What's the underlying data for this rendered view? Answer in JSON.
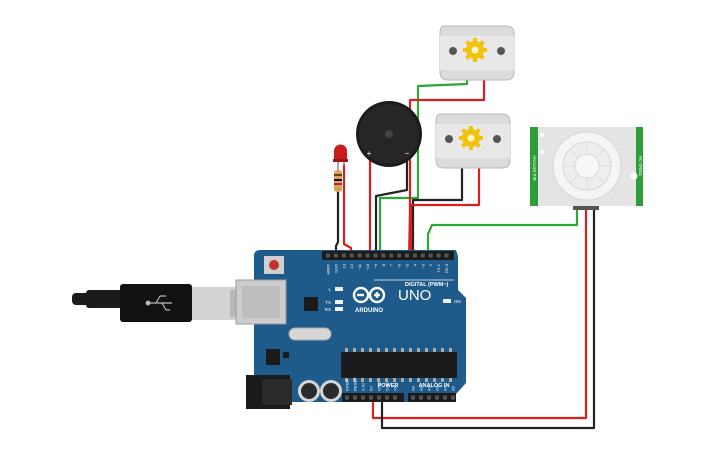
{
  "arduino": {
    "model_label": "UNO",
    "brand_label": "ARDUINO",
    "header_digital_label": "DIGITAL (PWM~)",
    "header_power_label": "POWER",
    "header_analog_label": "ANALOG IN",
    "led_l_label": "L",
    "led_tx_label": "TX",
    "led_rx_label": "RX",
    "led_on_label": "ON",
    "digital_pins": [
      "AREF",
      "GND",
      "13",
      "12",
      "~11",
      "~10",
      "~9",
      "8",
      "7",
      "~6",
      "~5",
      "4",
      "~3",
      "2",
      "TX 1",
      "RX 0"
    ],
    "power_pins": [
      "IOREF",
      "RESET",
      "3.3V",
      "5V",
      "GND",
      "GND",
      "Vin"
    ],
    "analog_pins": [
      "A0",
      "A1",
      "A2",
      "A3",
      "A4",
      "A5"
    ]
  },
  "buzzer": {
    "plus_label": "+",
    "minus_label": "−"
  },
  "pir_sensor": {
    "side_label_left": "ANALOG PIR",
    "side_label_right": "HC-SR501"
  },
  "colors": {
    "board": "#1e5a8a",
    "wire_red": "#d82020",
    "wire_green": "#2aa838",
    "wire_black": "#222222",
    "pir_green": "#2f9e3a",
    "motor_gear": "#f2c20f"
  }
}
